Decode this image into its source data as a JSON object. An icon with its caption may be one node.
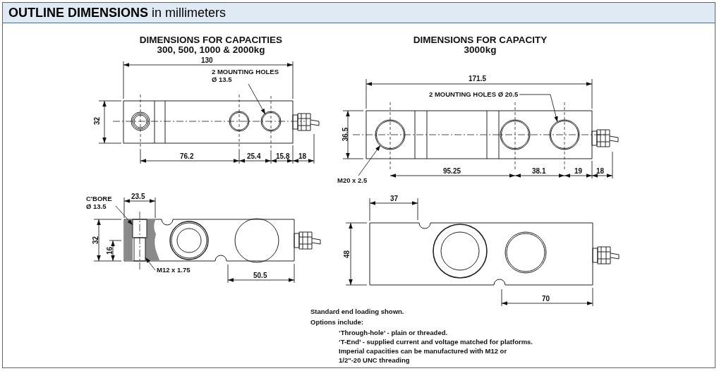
{
  "diagram": {
    "title": "**OUTLINE DIMENSIONS** in millimeters",
    "nodes": [
      {
        "text": [
          "2 MOUNTING HOLES Ø 13.5"
        ]
      },
      {
        "text": [
          "2 MOUNTING HOLES Ø 20.5"
        ]
      },
      {
        "text": [
          "M20 x 2.5"
        ]
      },
      {
        "text": [
          "C'BORE Ø 13.5"
        ]
      },
      {
        "text": [
          "M12 x 1.75"
        ]
      },
      {
        "text": [],
        "shape": "box"
      },
      {
        "text": [],
        "shape": "box"
      }
    ],
    "edges": [
      {
        "from": 0,
        "to": null,
        "arrow": "to"
      },
      {
        "from": 1,
        "to": null,
        "arrow": "to"
      },
      {
        "from": 2,
        "to": null,
        "arrow": "to"
      },
      {
        "from": 3,
        "to": 5,
        "arrow": "to"
      },
      {
        "from": 4,
        "to": 6,
        "arrow": "to"
      }
    ],
    "labels": [
      "DIMENSIONS FOR CAPACITIES 300, 500, 1000 & 2000kg",
      "DIMENSIONS FOR CAPACITY 3000kg",
      "130",
      "171.5",
      "32",
      "36.5",
      "76.2",
      "25.4",
      "15.8",
      "18",
      "95.25",
      "38.1",
      "19",
      "18",
      "23.5",
      "37",
      "32",
      "16",
      "48",
      "50.5",
      "70",
      "Standard end loading shown.",
      "Options include:",
      "‘Through-hole’ - plain or threaded.",
      "‘T-End’ - supplied current and voltage matched for platforms.",
      "Imperial capacities can be manufactured with M12 or 1/2\"-20 UNC threading"
    ]
  }
}
